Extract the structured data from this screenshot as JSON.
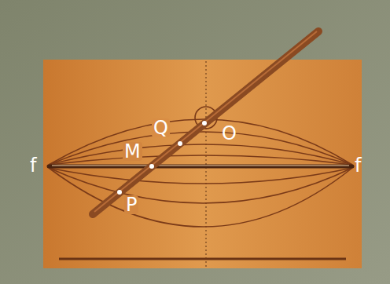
{
  "diagram": {
    "labels": [
      "O",
      "Q",
      "M",
      "f",
      "f",
      "P"
    ]
  }
}
